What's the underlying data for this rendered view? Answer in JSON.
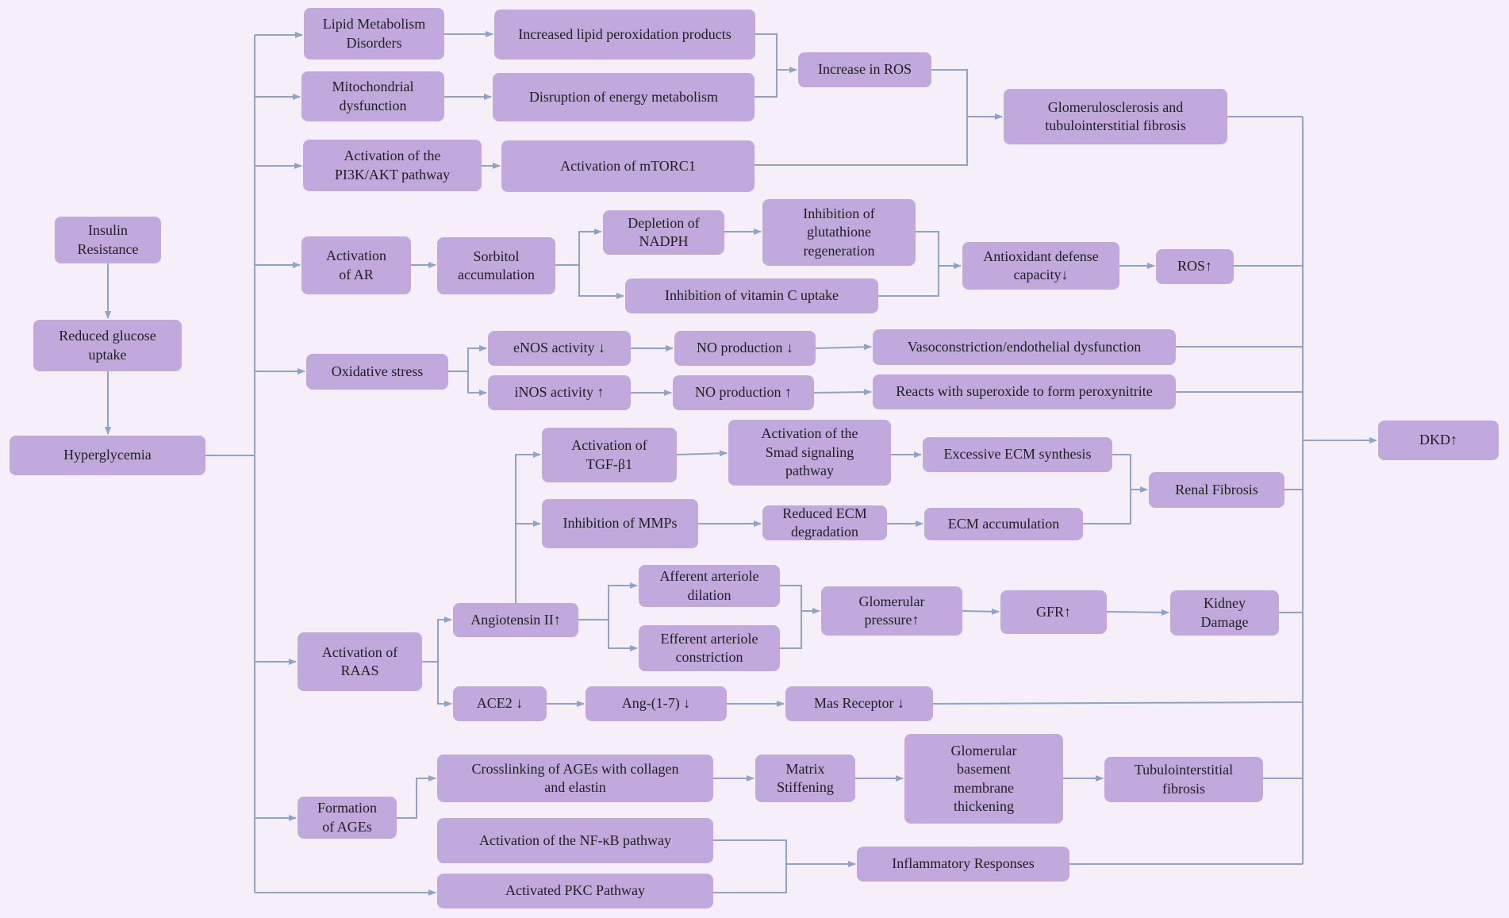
{
  "diagram": {
    "nodes": [
      {
        "id": "lipid",
        "label": "Lipid Metabolism\nDisorders"
      },
      {
        "id": "lipidperox",
        "label": "Increased lipid peroxidation products"
      },
      {
        "id": "mito",
        "label": "Mitochondrial\ndysfunction"
      },
      {
        "id": "energy",
        "label": "Disruption of energy metabolism"
      },
      {
        "id": "ros1",
        "label": "Increase in ROS"
      },
      {
        "id": "glomsclero",
        "label": "Glomerulosclerosis and\ntubulointerstitial fibrosis"
      },
      {
        "id": "pi3k",
        "label": "Activation of the\nPI3K/AKT pathway"
      },
      {
        "id": "mtorc1",
        "label": "Activation of mTORC1"
      },
      {
        "id": "insulin",
        "label": "Insulin\nResistance"
      },
      {
        "id": "reducedglucose",
        "label": "Reduced glucose\nuptake"
      },
      {
        "id": "hyperglycemia",
        "label": "Hyperglycemia"
      },
      {
        "id": "ar",
        "label": "Activation\nof AR"
      },
      {
        "id": "sorbitol",
        "label": "Sorbitol\naccumulation"
      },
      {
        "id": "nadph",
        "label": "Depletion of\nNADPH"
      },
      {
        "id": "glutathione",
        "label": "Inhibition of\nglutathione\nregeneration"
      },
      {
        "id": "vitc",
        "label": "Inhibition of vitamin C uptake"
      },
      {
        "id": "antioxidant",
        "label": "Antioxidant defense\ncapacity↓"
      },
      {
        "id": "ros2",
        "label": "ROS↑"
      },
      {
        "id": "oxstress",
        "label": "Oxidative stress"
      },
      {
        "id": "enos",
        "label": "eNOS activity ↓"
      },
      {
        "id": "inos",
        "label": "iNOS activity ↑"
      },
      {
        "id": "nodown",
        "label": "NO production ↓"
      },
      {
        "id": "noup",
        "label": "NO production ↑"
      },
      {
        "id": "vaso",
        "label": "Vasoconstriction/endothelial dysfunction"
      },
      {
        "id": "peroxy",
        "label": "Reacts with superoxide to form peroxynitrite"
      },
      {
        "id": "tgf",
        "label": "Activation of\nTGF-β1"
      },
      {
        "id": "smad",
        "label": "Activation of the\nSmad signaling\npathway"
      },
      {
        "id": "ecmsynth",
        "label": "Excessive ECM synthesis"
      },
      {
        "id": "renalfib",
        "label": "Renal Fibrosis"
      },
      {
        "id": "mmps",
        "label": "Inhibition of MMPs"
      },
      {
        "id": "reducedecm",
        "label": "Reduced ECM\ndegradation"
      },
      {
        "id": "ecmacc",
        "label": "ECM accumulation"
      },
      {
        "id": "dkd",
        "label": "DKD↑"
      },
      {
        "id": "afferent",
        "label": "Afferent arteriole\ndilation"
      },
      {
        "id": "angii",
        "label": "Angiotensin II↑"
      },
      {
        "id": "glompressure",
        "label": "Glomerular\npressure↑"
      },
      {
        "id": "gfr",
        "label": "GFR↑"
      },
      {
        "id": "kidneydamage",
        "label": "Kidney\nDamage"
      },
      {
        "id": "efferent",
        "label": "Efferent arteriole\nconstriction"
      },
      {
        "id": "raas",
        "label": "Activation of\nRAAS"
      },
      {
        "id": "ace2",
        "label": "ACE2 ↓"
      },
      {
        "id": "ang17",
        "label": "Ang-(1-7) ↓"
      },
      {
        "id": "mas",
        "label": "Mas Receptor ↓"
      },
      {
        "id": "crosslink",
        "label": "Crosslinking of AGEs with collagen\nand elastin"
      },
      {
        "id": "matrix",
        "label": "Matrix\nStiffening"
      },
      {
        "id": "gbm",
        "label": "Glomerular\nbasement\nmembrane\nthickening"
      },
      {
        "id": "tubfib",
        "label": "Tubulointerstitial\nfibrosis"
      },
      {
        "id": "ages",
        "label": "Formation\nof AGEs"
      },
      {
        "id": "nfkb",
        "label": "Activation of the NF-κB pathway"
      },
      {
        "id": "inflam",
        "label": "Inflammatory Responses"
      },
      {
        "id": "pkc",
        "label": "Activated PKC Pathway"
      }
    ]
  },
  "colors": {
    "background": "#f6effa",
    "node_fill": "#c1a9dd",
    "connector": "#8ea3c7"
  }
}
